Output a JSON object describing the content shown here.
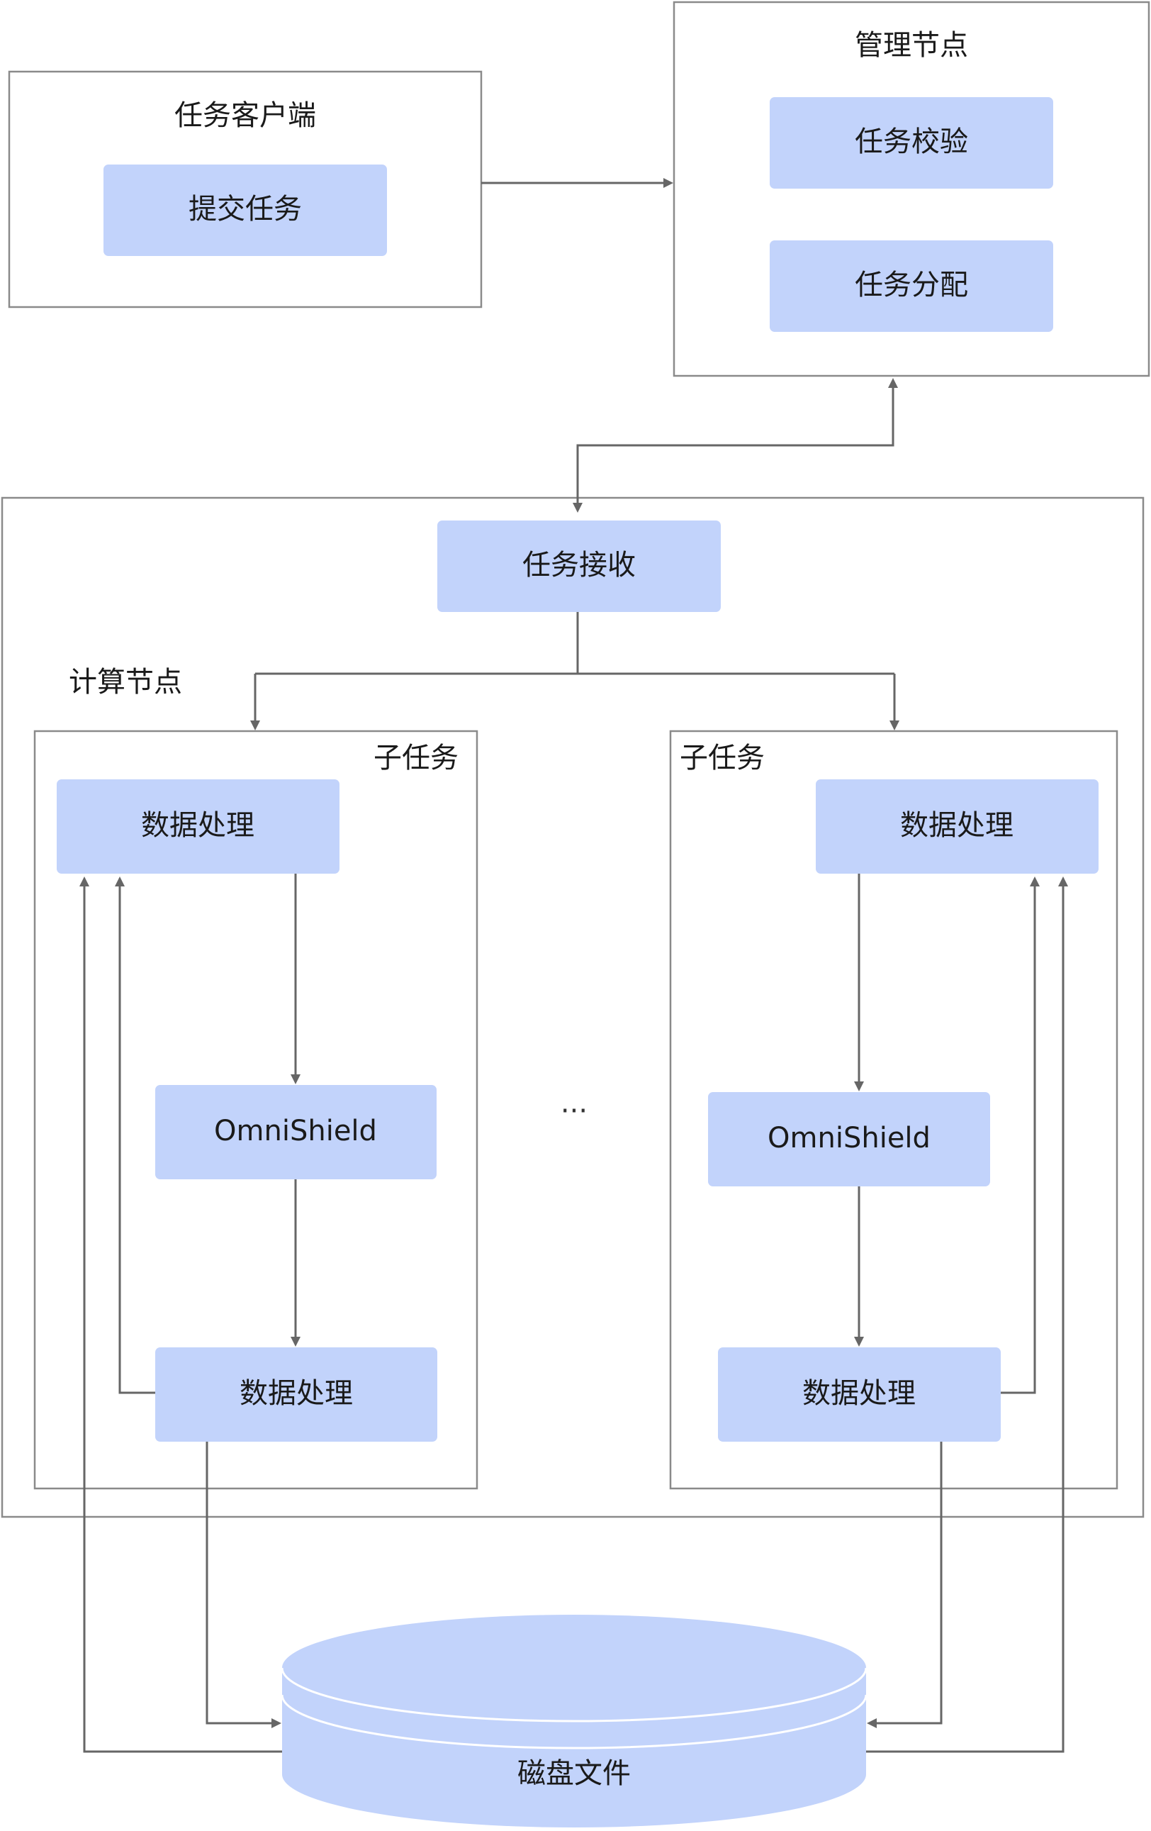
{
  "client": {
    "title": "任务客户端",
    "submit": "提交任务"
  },
  "manager": {
    "title": "管理节点",
    "verify": "任务校验",
    "assign": "任务分配"
  },
  "compute": {
    "title": "计算节点",
    "receive": "任务接收",
    "ellipsis": "···",
    "subtasks": [
      {
        "title": "子任务",
        "top": "数据处理",
        "middle": "OmniShield",
        "bottom": "数据处理"
      },
      {
        "title": "子任务",
        "top": "数据处理",
        "middle": "OmniShield",
        "bottom": "数据处理"
      }
    ]
  },
  "disk": {
    "label": "磁盘文件"
  },
  "colors": {
    "box_fill": "#c2d3fb",
    "frame_stroke": "#8a8a8a",
    "connector": "#666666"
  }
}
